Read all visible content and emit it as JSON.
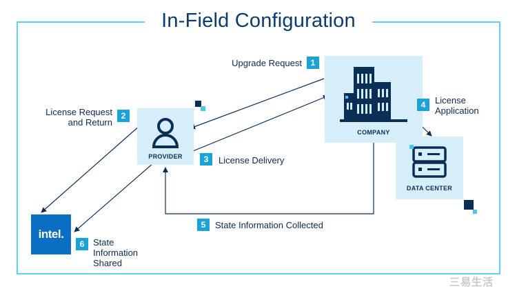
{
  "title": "In-Field Configuration",
  "nodes": {
    "provider": {
      "label": "PROVIDER",
      "icon": "person-icon"
    },
    "company": {
      "label": "COMPANY",
      "icon": "building-icon"
    },
    "data_center": {
      "label": "DATA CENTER",
      "icon": "server-icon"
    },
    "intel": {
      "label": "intel.",
      "icon": "intel-logo"
    }
  },
  "steps": [
    {
      "number": "1",
      "text": "Upgrade Request"
    },
    {
      "number": "2",
      "text": "License Request\nand Return"
    },
    {
      "number": "3",
      "text": "License Delivery"
    },
    {
      "number": "4",
      "text": "License\nApplication"
    },
    {
      "number": "5",
      "text": "State Information Collected"
    },
    {
      "number": "6",
      "text": "State\nInformation\nShared"
    }
  ],
  "watermark": "三易生活",
  "colors": {
    "frame": "#5fd0ee",
    "node_fill": "#d6eef9",
    "badge": "#1aa3d8",
    "navy": "#0a2f57",
    "intel_blue": "#0a6fc2"
  }
}
